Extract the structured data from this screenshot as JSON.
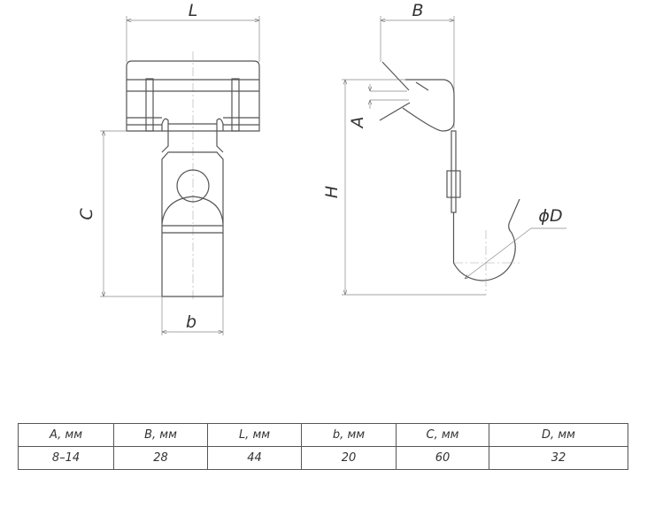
{
  "drawing": {
    "labels": {
      "L": "L",
      "C": "C",
      "b": "b",
      "B": "B",
      "A": "A",
      "H": "H",
      "D": "ϕD"
    },
    "line_color": "#555555"
  },
  "table": {
    "headers": [
      "A, мм",
      "B, мм",
      "L, мм",
      "b, мм",
      "C, мм",
      "D, мм"
    ],
    "values": [
      "8–14",
      "28",
      "44",
      "20",
      "60",
      "32"
    ]
  }
}
